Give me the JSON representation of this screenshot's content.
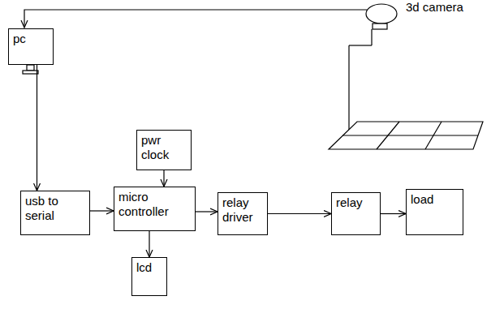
{
  "diagram": {
    "nodes": [
      {
        "text": [
          "pc"
        ]
      },
      {
        "text": [
          "pwr clock"
        ]
      },
      {
        "text": [
          "usb to serial"
        ]
      },
      {
        "text": [
          "micro controller"
        ]
      },
      {
        "text": [
          "relay driver"
        ]
      },
      {
        "text": [
          "relay"
        ]
      },
      {
        "text": [
          "load"
        ]
      },
      {
        "text": [
          "lcd"
        ]
      }
    ],
    "edges": [
      {
        "from": 0,
        "to": 2,
        "arrow": "to"
      },
      {
        "from": 2,
        "to": 3,
        "arrow": "to"
      },
      {
        "from": 1,
        "to": 3,
        "arrow": "to"
      },
      {
        "from": 3,
        "to": 7,
        "arrow": "to"
      },
      {
        "from": 3,
        "to": 4,
        "arrow": "to"
      },
      {
        "from": 4,
        "to": 5,
        "arrow": "to"
      },
      {
        "from": 5,
        "to": 6,
        "arrow": "to"
      }
    ],
    "labels": [
      "3d camera"
    ]
  }
}
